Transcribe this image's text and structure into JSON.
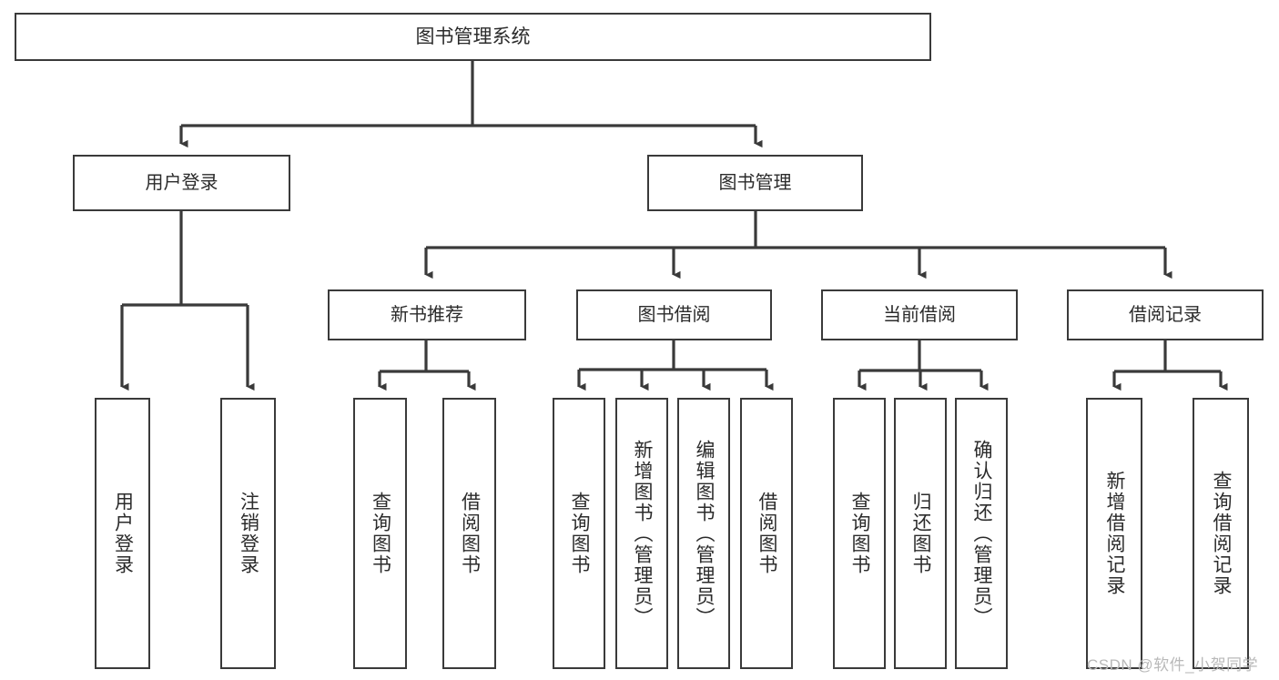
{
  "diagram": {
    "title": "图书管理系统",
    "watermark": "CSDN @软件_小贺同学",
    "style": {
      "border_color": "#3a3a3a",
      "edge_color": "#3a3a3a",
      "background": "#ffffff",
      "text_color": "#2b2b2b",
      "watermark_color": "#b9b9b9"
    },
    "nodes": {
      "root": {
        "label": "图书管理系统"
      },
      "level2": [
        {
          "id": "user-login",
          "label": "用户登录"
        },
        {
          "id": "book-manage",
          "label": "图书管理"
        }
      ],
      "level3": [
        {
          "id": "new-book-recommend",
          "label": "新书推荐"
        },
        {
          "id": "book-borrow",
          "label": "图书借阅"
        },
        {
          "id": "current-borrow",
          "label": "当前借阅"
        },
        {
          "id": "borrow-record",
          "label": "借阅记录"
        }
      ],
      "leaves": {
        "user_login": [
          {
            "id": "leaf-user-login",
            "label": "用户登录"
          },
          {
            "id": "leaf-user-logout",
            "label": "注销登录"
          }
        ],
        "new_book_recommend": [
          {
            "id": "leaf-query-book-1",
            "label": "查询图书"
          },
          {
            "id": "leaf-borrow-book-1",
            "label": "借阅图书"
          }
        ],
        "book_borrow": [
          {
            "id": "leaf-query-book-2",
            "label": "查询图书"
          },
          {
            "id": "leaf-add-book",
            "label": "新增图书（管理员）"
          },
          {
            "id": "leaf-edit-book",
            "label": "编辑图书（管理员）"
          },
          {
            "id": "leaf-borrow-book-2",
            "label": "借阅图书"
          }
        ],
        "current_borrow": [
          {
            "id": "leaf-query-book-3",
            "label": "查询图书"
          },
          {
            "id": "leaf-return-book",
            "label": "归还图书"
          },
          {
            "id": "leaf-confirm-return",
            "label": "确认归还（管理员）"
          }
        ],
        "borrow_record": [
          {
            "id": "leaf-add-record",
            "label": "新增借阅记录"
          },
          {
            "id": "leaf-query-record",
            "label": "查询借阅记录"
          }
        ]
      }
    }
  }
}
